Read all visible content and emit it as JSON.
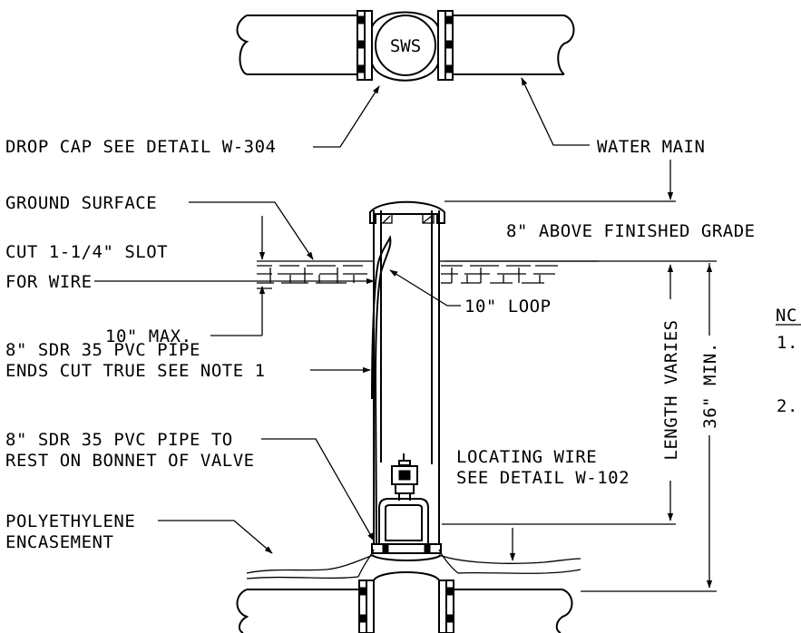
{
  "labels": {
    "valve": "SWS",
    "water_main": "WATER MAIN",
    "drop_cap": "DROP CAP SEE DETAIL W-304",
    "ground_surface": "GROUND SURFACE",
    "above_grade": "8\" ABOVE FINISHED GRADE",
    "slot_line1": "CUT 1-1/4\" SLOT",
    "slot_line2": "FOR WIRE",
    "max": "10\" MAX.",
    "loop": "10\" LOOP",
    "pipe_line1": "8\" SDR 35 PVC PIPE",
    "pipe_line2": "ENDS CUT TRUE SEE NOTE 1",
    "rest_line1": "8\" SDR 35 PVC PIPE TO",
    "rest_line2": "REST ON BONNET OF VALVE",
    "locating_line1": "LOCATING WIRE",
    "locating_line2": "SEE DETAIL W-102",
    "poly_line1": "POLYETHYLENE",
    "poly_line2": "ENCASEMENT",
    "length_varies": "LENGTH VARIES",
    "min": "36\" MIN.",
    "notes_header": "NC",
    "note1": "1.",
    "note2": "2."
  },
  "colors": {
    "ink": "#000000",
    "paper": "#ffffff"
  }
}
